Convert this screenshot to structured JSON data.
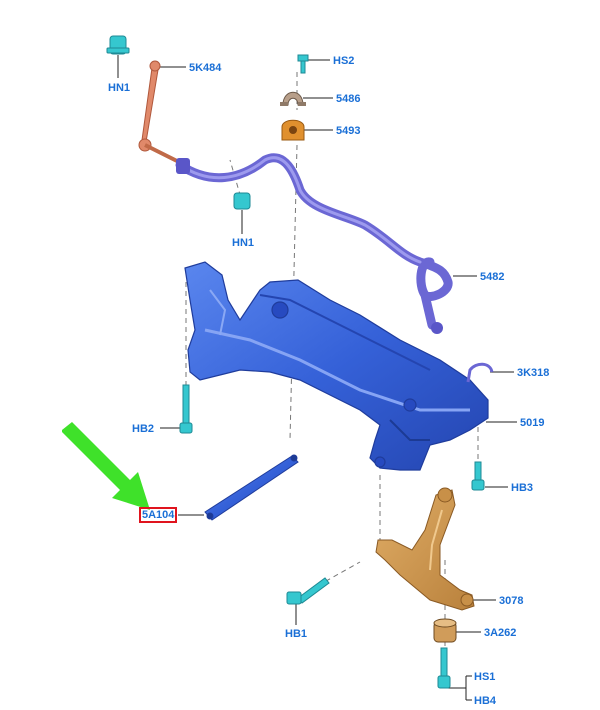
{
  "labels": {
    "hn1_top": "HN1",
    "k5484": "5K484",
    "hs2": "HS2",
    "p5486": "5486",
    "p5493": "5493",
    "hn1_mid": "HN1",
    "p5482": "5482",
    "k3318": "3K318",
    "hb2": "HB2",
    "p5019": "5019",
    "hb3": "HB3",
    "a5104": "5A104",
    "p3078": "3078",
    "hb1": "HB1",
    "a3262": "3A262",
    "hs1": "HS1",
    "hb4": "HB4"
  },
  "highlight": {
    "label": "5A104",
    "color": "#e0141e"
  },
  "colors": {
    "label_text": "#1a6fd6",
    "subframe": "#3a64d8",
    "stabilizer_bar": "#6b67d4",
    "control_arm": "#c98e46",
    "link": "#e0896a",
    "fastener": "#35c7cf",
    "pointer_arrow": "#3fe12a"
  },
  "icons": [
    "green-arrow-pointer"
  ]
}
